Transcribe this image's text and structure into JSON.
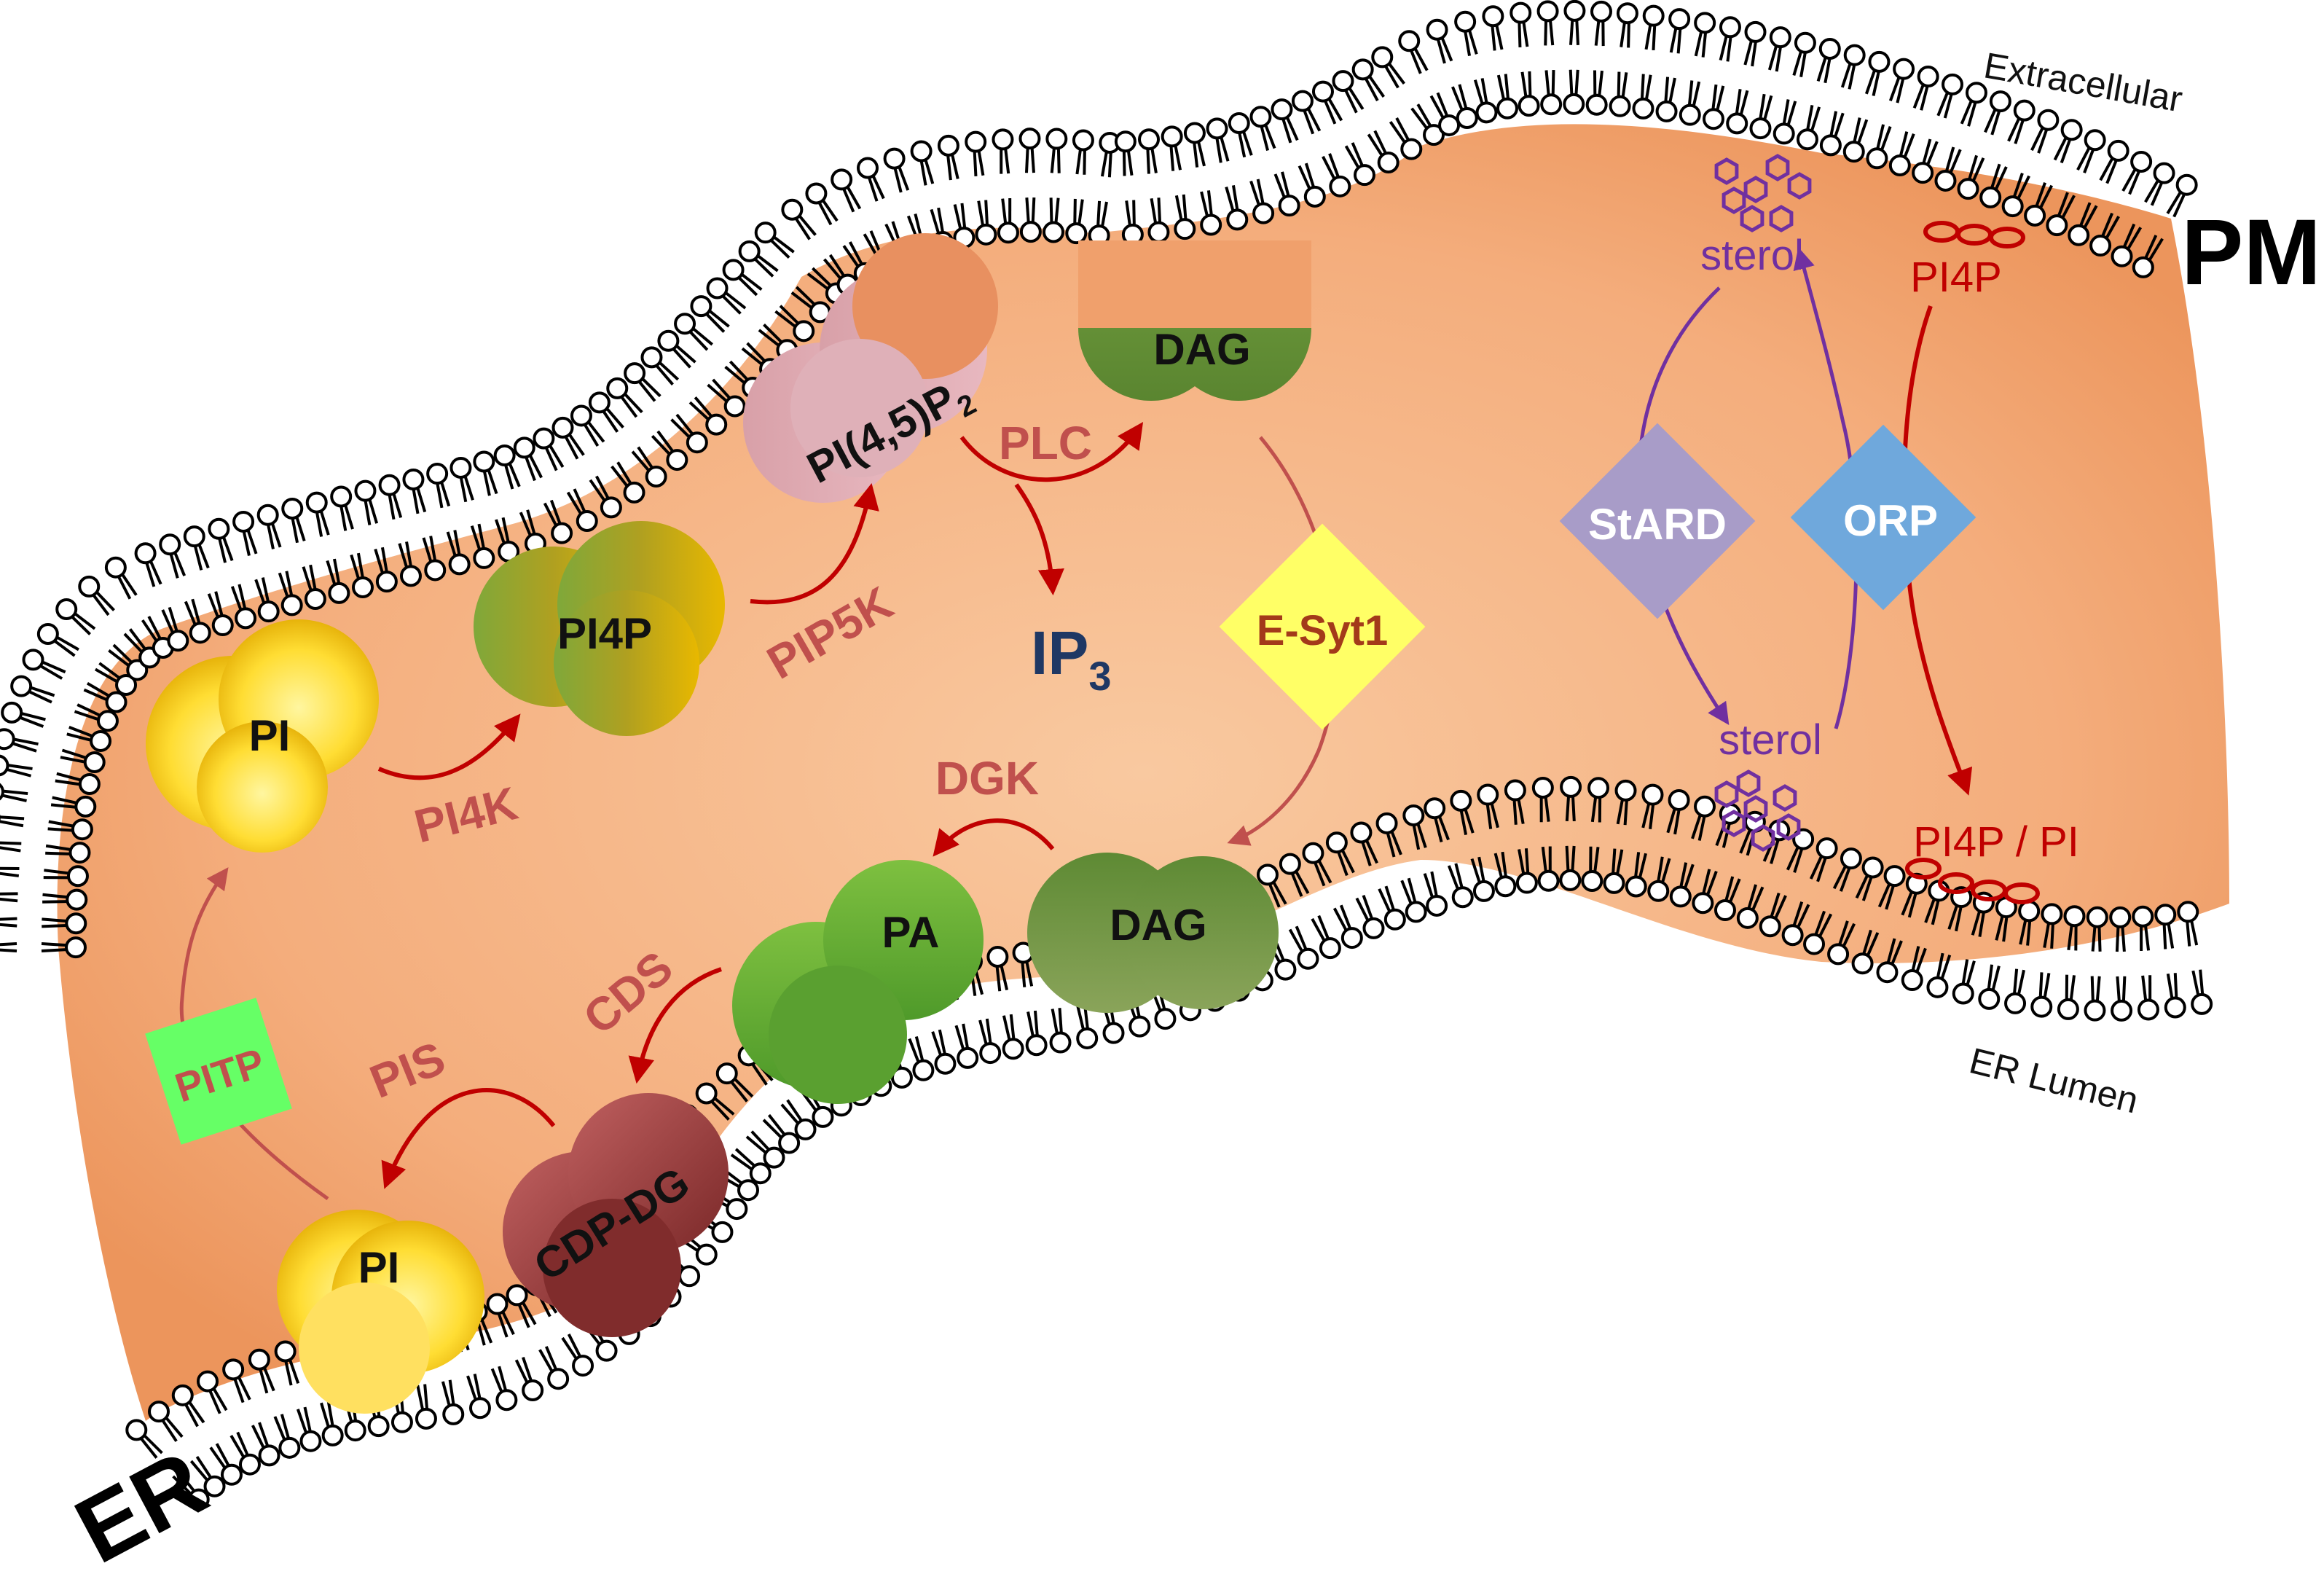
{
  "compartments": {
    "pm": "PM",
    "er": "ER",
    "extracellular": "Extracellular",
    "er_lumen": "ER Lumen"
  },
  "lipids": {
    "pi_pm": "PI",
    "pi4p_pm": "PI4P",
    "pip2": "PI(4,5)P",
    "pip2_sub": "2",
    "dag_pm": "DAG",
    "pa_er": "PA",
    "dag_er": "DAG",
    "cdpdg": "CDP-DG",
    "pi_er": "PI"
  },
  "enzymes": {
    "pi4k": "PI4K",
    "pip5k": "PIP5K",
    "plc": "PLC",
    "dgk": "DGK",
    "cds": "CDS",
    "pis": "PIS"
  },
  "products": {
    "ip3": "IP",
    "ip3_sub": "3"
  },
  "transfer_proteins": {
    "esyt1": "E-Syt1",
    "pitp": "PITP",
    "stard": "StARD",
    "orp": "ORP"
  },
  "exchange": {
    "sterol_pm": "sterol",
    "sterol_er": "sterol",
    "pi4p_pm": "PI4P",
    "pi4p_pi_er": "PI4P / PI"
  },
  "colors": {
    "cytosol": "#f0a06c",
    "cytosol_light": "#f8c49a",
    "enzyme_text": "#c0504d",
    "arrow_red": "#c00000",
    "sterol_purple": "#7030a0",
    "esyt1_fill": "#ffff66",
    "pitp_fill": "#66ff66",
    "stard_fill": "#a89cc8",
    "orp_fill": "#6fa8dc",
    "ip3_text": "#1f3864"
  }
}
